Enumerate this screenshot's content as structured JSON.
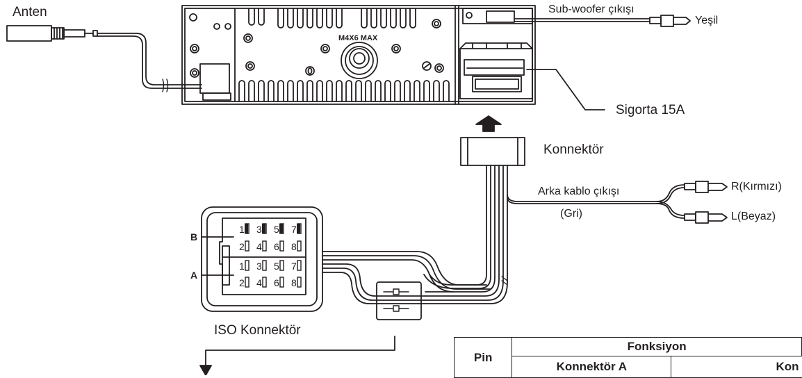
{
  "labels": {
    "anten": "Anten",
    "subwoofer": "Sub-woofer çıkışı",
    "yesil": "Yeşil",
    "sigorta": "Sigorta 15A",
    "konnektor": "Konnektör",
    "arka_kablo": "Arka kablo çıkışı",
    "gri": "(Gri)",
    "r_kirmizi": "R(Kırmızı)",
    "l_beyaz": "L(Beyaz)",
    "iso_konnektor": "ISO Konnektör",
    "b": "B",
    "a": "A",
    "m4": "M4X6 MAX"
  },
  "iso_pins": {
    "row1": [
      "1",
      "3",
      "5",
      "7"
    ],
    "row2": [
      "2",
      "4",
      "6",
      "8"
    ],
    "row3": [
      "1",
      "3",
      "5",
      "7"
    ],
    "row4": [
      "2",
      "4",
      "6",
      "8"
    ]
  },
  "table": {
    "pin": "Pin",
    "fonksiyon": "Fonksiyon",
    "konnektor_a": "Konnektör A",
    "konnektor_b_partial": "Kon"
  },
  "colors": {
    "line": "#231f20"
  }
}
